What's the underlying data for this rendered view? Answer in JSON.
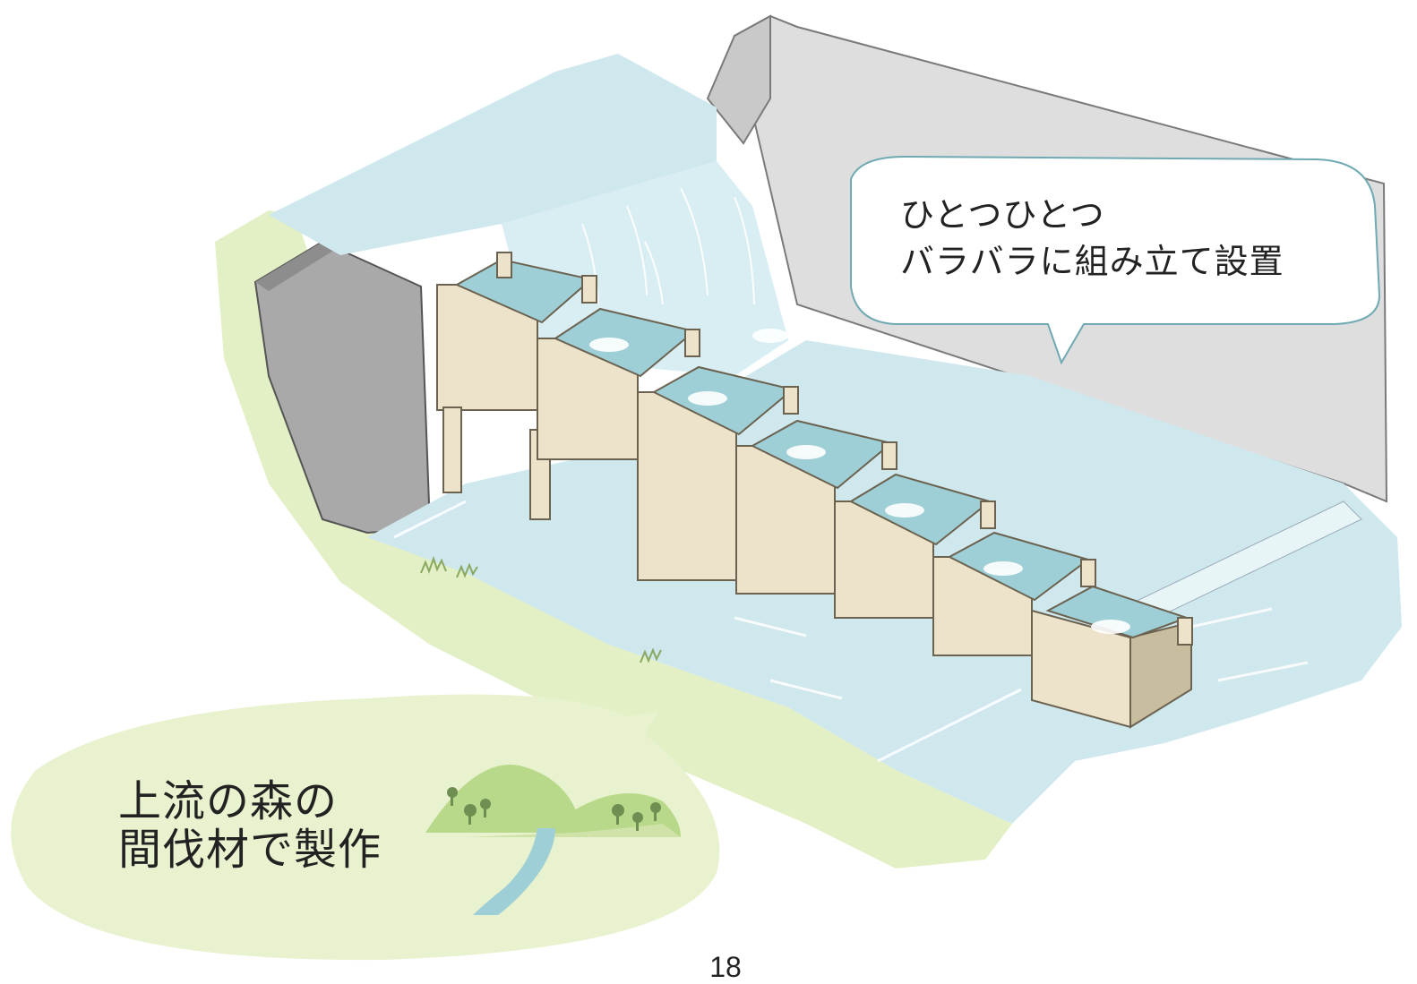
{
  "page": {
    "title_fragment": "",
    "page_number": "18"
  },
  "callouts": {
    "assembly": {
      "line1": "ひとつひとつ",
      "line2": "バラバラに組み立て設置"
    },
    "material": {
      "line1": "上流の森の",
      "line2": "間伐材で製作"
    }
  },
  "illustration": {
    "subject": "wooden-fishway-on-weir",
    "colors": {
      "water": "#cfe8ee",
      "water_deep": "#9fcfd6",
      "concrete": "#d9d9d9",
      "concrete_dark": "#a9a9a9",
      "wood": "#ede3cb",
      "wood_shadow": "#c9bd9f",
      "grass": "#e3efc4",
      "bubble_green": "#e9f2cf",
      "hill": "#b9d98a"
    }
  }
}
